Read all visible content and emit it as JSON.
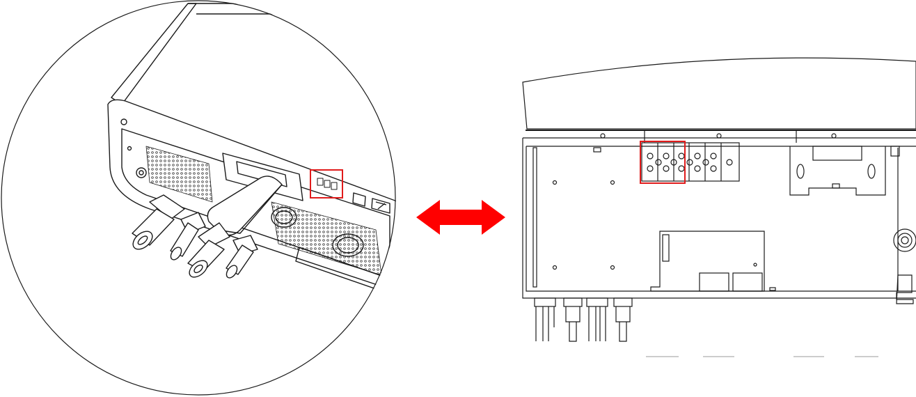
{
  "colors": {
    "line": "#1a1a1a",
    "highlight": "#e01b1b",
    "arrow": "#ff0000",
    "background": "#ffffff"
  },
  "left_view": {
    "kind": "circular zoom-in of inverter bottom panel",
    "highlight": "terminal-block-highlight"
  },
  "arrow": {
    "icon": "double-headed-arrow-icon"
  },
  "right_view": {
    "kind": "inverter wiring compartment line drawing",
    "highlight": "terminal-block-highlight"
  }
}
